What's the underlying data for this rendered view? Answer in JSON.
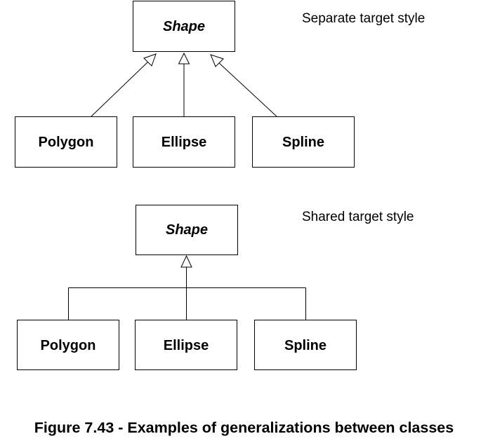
{
  "figure": {
    "caption": "Figure 7.43 - Examples of generalizations between classes"
  },
  "separate_style": {
    "label": "Separate target style",
    "superclass": "Shape",
    "subclasses": [
      "Polygon",
      "Ellipse",
      "Spline"
    ]
  },
  "shared_style": {
    "label": "Shared target style",
    "superclass": "Shape",
    "subclasses": [
      "Polygon",
      "Ellipse",
      "Spline"
    ]
  },
  "colors": {
    "line": "#000000",
    "box_fill": "#ffffff",
    "background": "#ffffff"
  }
}
